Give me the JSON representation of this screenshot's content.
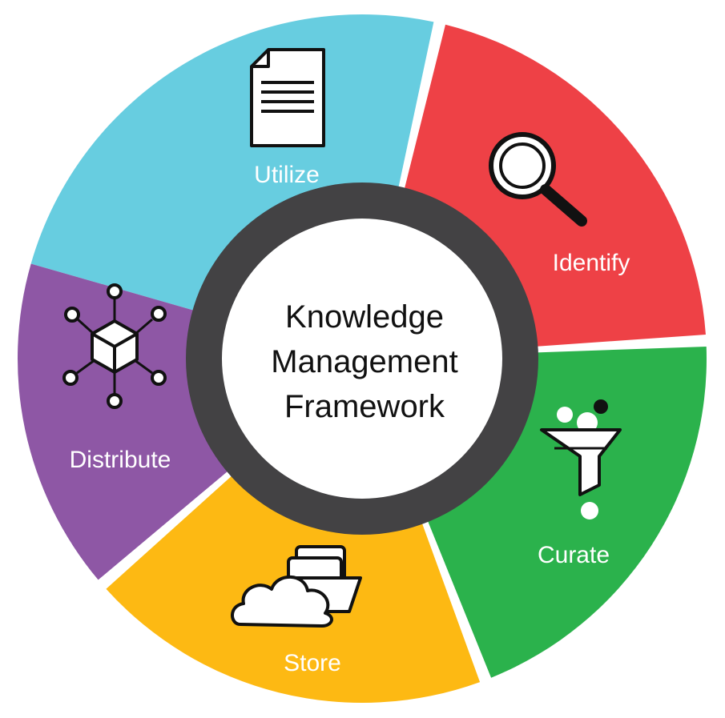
{
  "title_lines": [
    "Knowledge",
    "Management",
    "Framework"
  ],
  "colors": {
    "ring": "#434244",
    "center": "#ffffff",
    "icon_stroke": "#111111",
    "icon_fill": "#ffffff",
    "label": "#ffffff"
  },
  "segments": [
    {
      "label": "Utilize",
      "color": "#67CDE0",
      "icon": "document-icon"
    },
    {
      "label": "Identify",
      "color": "#EE4146",
      "icon": "magnifier-icon"
    },
    {
      "label": "Curate",
      "color": "#2BB24C",
      "icon": "funnel-icon"
    },
    {
      "label": "Store",
      "color": "#FDB913",
      "icon": "cloud-folders-icon"
    },
    {
      "label": "Distribute",
      "color": "#8E57A5",
      "icon": "network-cube-icon"
    }
  ]
}
